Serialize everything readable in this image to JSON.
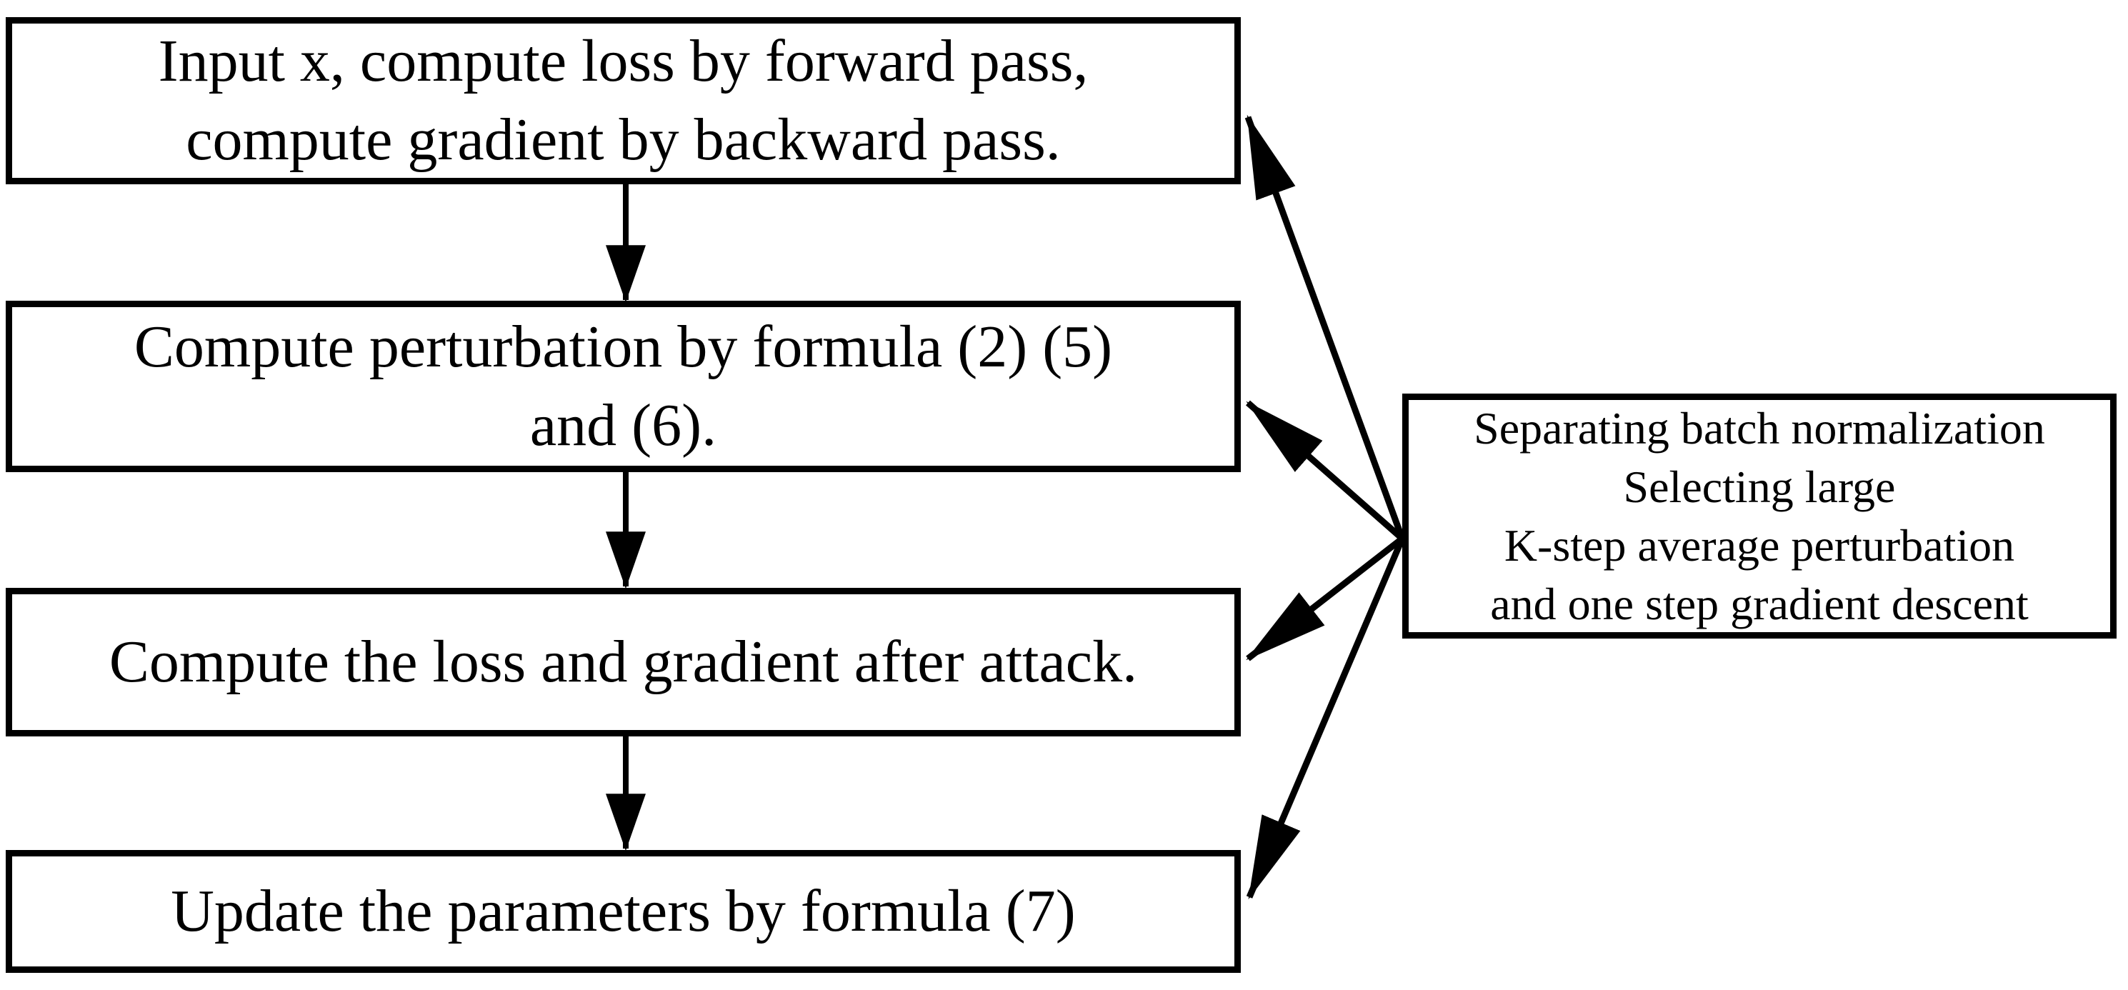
{
  "diagram": {
    "type": "flowchart",
    "colors": {
      "ink": "#000000",
      "paper": "#ffffff"
    },
    "flow_boxes": [
      {
        "id": "step-1",
        "lines": [
          "Input x, compute loss by forward pass,",
          "compute gradient by backward pass."
        ]
      },
      {
        "id": "step-2",
        "lines": [
          "Compute perturbation by formula (2) (5)",
          "and (6)."
        ]
      },
      {
        "id": "step-3",
        "lines": [
          "Compute the loss and gradient after attack."
        ]
      },
      {
        "id": "step-4",
        "lines": [
          "Update the parameters by formula (7)"
        ]
      }
    ],
    "annotation_box": {
      "id": "method-note",
      "lines": [
        "Separating batch normalization",
        "Selecting large",
        "K-step average perturbation",
        "and one step gradient descent"
      ]
    },
    "flow_sequence": [
      "step-1",
      "step-2",
      "step-3",
      "step-4"
    ],
    "annotation_targets": [
      "step-1",
      "step-2",
      "step-3",
      "step-4"
    ]
  }
}
